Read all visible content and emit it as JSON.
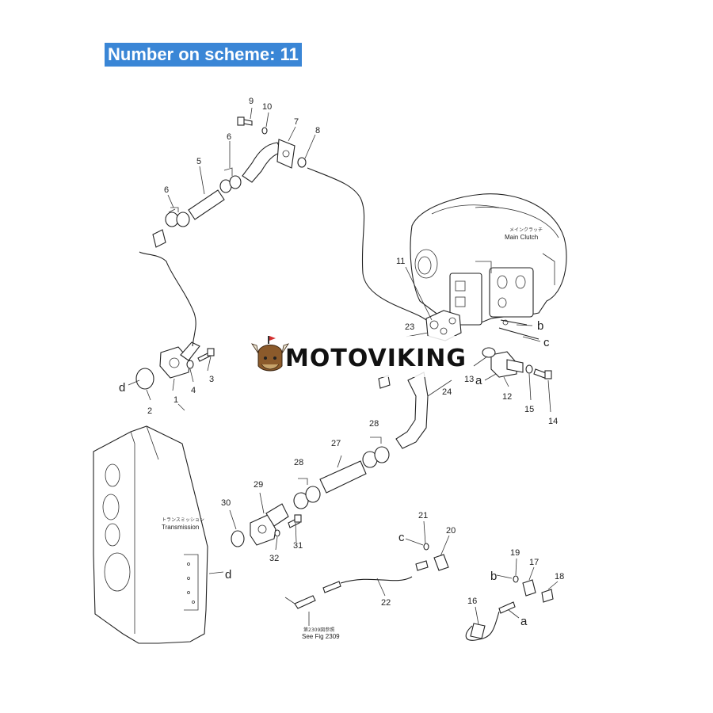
{
  "header": {
    "label": "Number on scheme: 11",
    "bg_color": "#3a86d6"
  },
  "watermark": {
    "text": "MOTOVIKING",
    "icon": "viking-helmet-icon"
  },
  "diagram": {
    "callouts": {
      "n1": "1",
      "n2": "2",
      "n3": "3",
      "n4": "4",
      "n5": "5",
      "n6a": "6",
      "n6b": "6",
      "n7": "7",
      "n8": "8",
      "n9": "9",
      "n10": "10",
      "n11": "11",
      "n12": "12",
      "n13": "13",
      "n14": "14",
      "n15": "15",
      "n16": "16",
      "n17": "17",
      "n18": "18",
      "n19": "19",
      "n20": "20",
      "n21": "21",
      "n22": "22",
      "n23": "23",
      "n24": "24",
      "n27": "27",
      "n28a": "28",
      "n28b": "28",
      "n29": "29",
      "n30": "30",
      "n31": "31",
      "n32": "32"
    },
    "connection_letters": {
      "d1": "d",
      "d2": "d",
      "a1": "a",
      "a2": "a",
      "b1": "b",
      "b2": "b",
      "c1": "c",
      "c2": "c"
    },
    "assembly_labels": {
      "main_clutch_jp": "メインクラッチ",
      "main_clutch_en": "Main Clutch",
      "transmission_jp": "トランスミッション",
      "transmission_en": "Transmission",
      "fig_ref_jp": "第2309図参照",
      "fig_ref_en": "See Fig 2309"
    }
  }
}
